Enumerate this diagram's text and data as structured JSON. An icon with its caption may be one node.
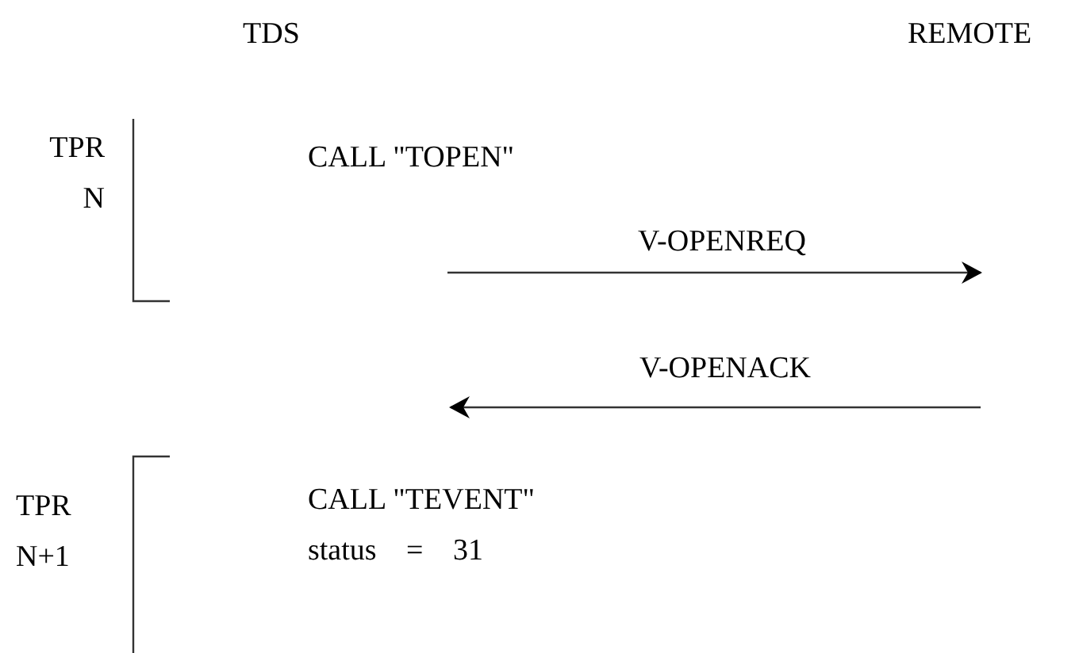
{
  "diagram": {
    "labels": [
      "TDS",
      "REMOTE",
      "TPR N",
      "CALL \"TOPEN\"",
      "V-OPENREQ",
      "V-OPENACK",
      "TPR N+1",
      "CALL \"TEVENT\"",
      "status = 31"
    ]
  }
}
